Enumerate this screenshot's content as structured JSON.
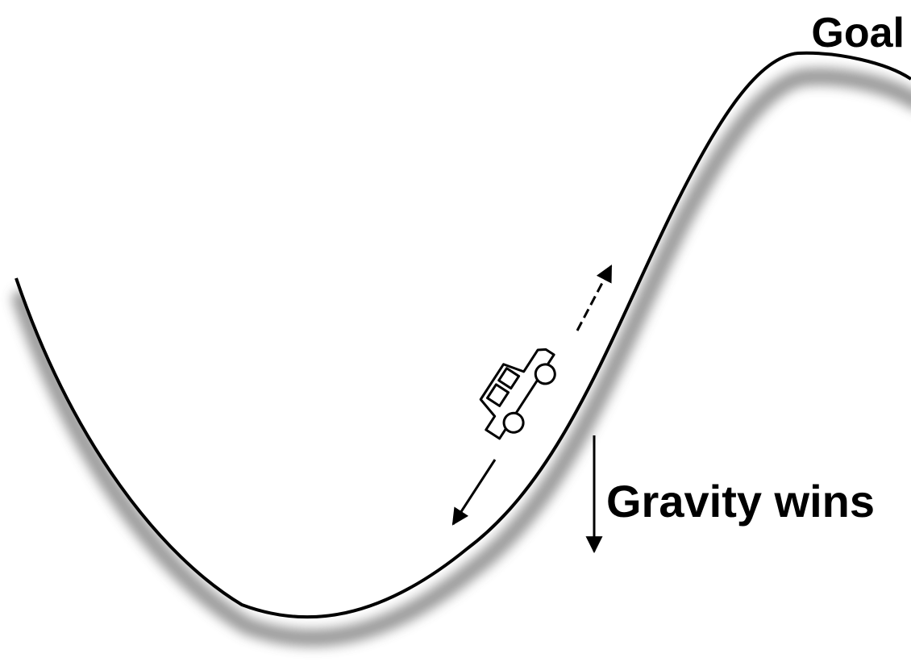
{
  "diagram": {
    "goal_label": "Goal",
    "gravity_label": "Gravity wins"
  },
  "colors": {
    "ink": "#000000",
    "shadow": "#9a9a9a",
    "background": "#ffffff"
  },
  "icons": [
    "car-icon",
    "up-slope-arrow",
    "down-slope-arrow",
    "gravity-arrow"
  ]
}
